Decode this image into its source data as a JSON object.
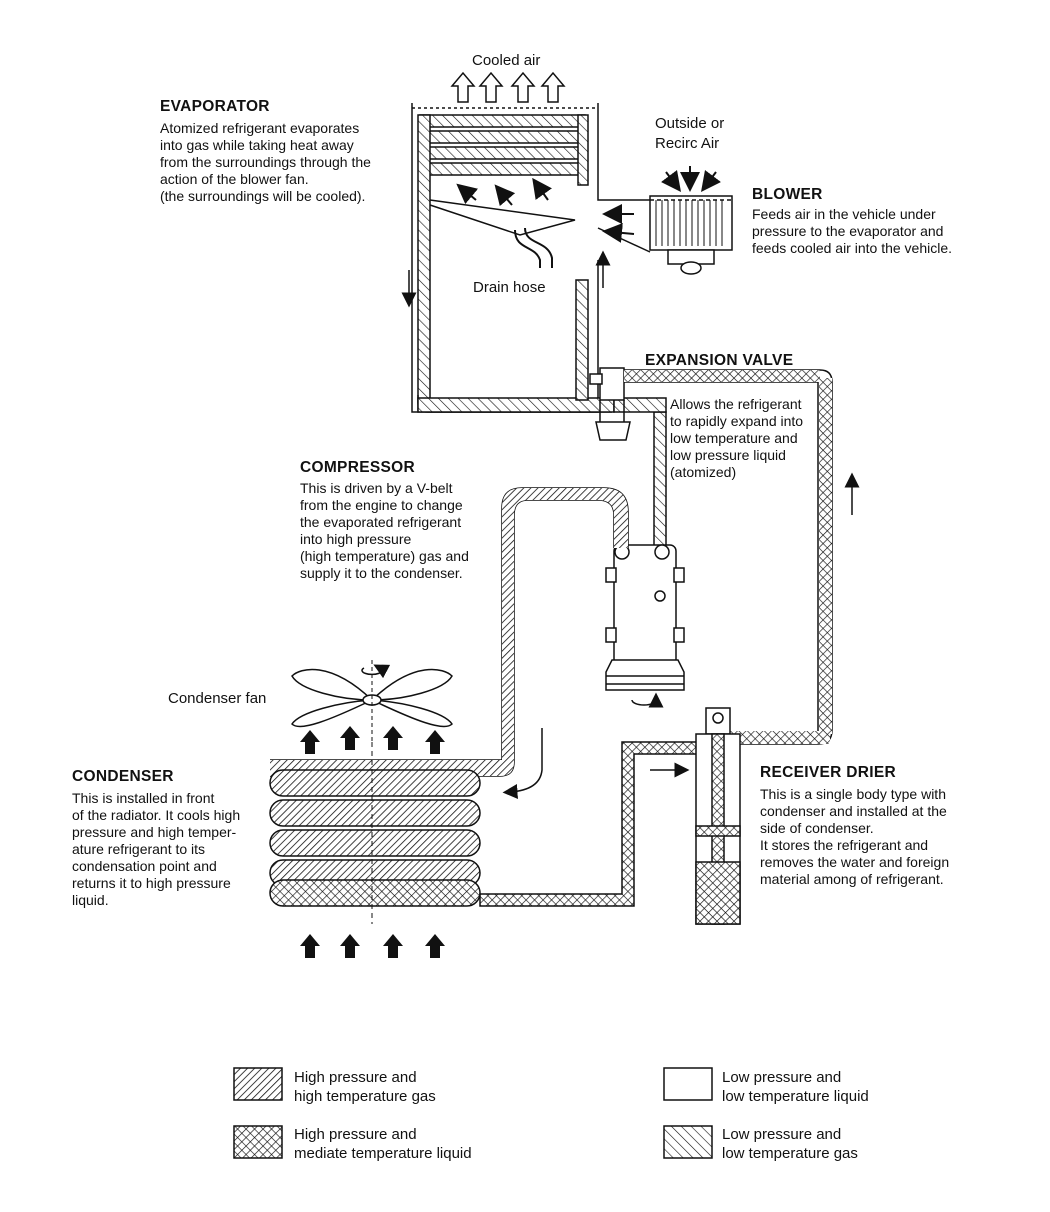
{
  "labels": {
    "cooled_air": "Cooled air",
    "outside_recirc": "Outside or\nRecirc Air",
    "drain_hose": "Drain hose",
    "condenser_fan": "Condenser fan"
  },
  "components": {
    "evaporator": {
      "title": "EVAPORATOR",
      "text": "Atomized refrigerant evaporates\ninto gas while taking heat away\nfrom the surroundings through the\naction of the blower fan.\n(the surroundings will be cooled)."
    },
    "blower": {
      "title": "BLOWER",
      "text": "Feeds air in the vehicle under\npressure to the evaporator and\nfeeds cooled air into the vehicle."
    },
    "expansion_valve": {
      "title": "EXPANSION VALVE",
      "text": "Allows the refrigerant\nto rapidly expand into\nlow temperature and\nlow pressure liquid\n(atomized)"
    },
    "compressor": {
      "title": "COMPRESSOR",
      "text": "This is driven by a V-belt\nfrom the engine to change\nthe evaporated refrigerant\ninto high pressure\n(high temperature) gas and\nsupply it to the condenser."
    },
    "condenser": {
      "title": "CONDENSER",
      "text": "This is installed in front\nof the radiator. It cools high\npressure and high temper-\nature refrigerant to its\ncondensation point and\nreturns it to high pressure\nliquid."
    },
    "receiver_drier": {
      "title": "RECEIVER DRIER",
      "text": "This is a single body type with\ncondenser and installed at the\nside of condenser.\nIt stores the refrigerant and\nremoves the water and foreign\nmaterial among of refrigerant."
    }
  },
  "legend": [
    {
      "pattern": "high-gas",
      "text": "High pressure and\nhigh temperature gas"
    },
    {
      "pattern": "low-liquid",
      "text": "Low pressure and\nlow temperature liquid"
    },
    {
      "pattern": "high-liquid",
      "text": "High pressure and\nmediate temperature liquid"
    },
    {
      "pattern": "low-gas",
      "text": "Low pressure and\nlow temperature gas"
    }
  ]
}
